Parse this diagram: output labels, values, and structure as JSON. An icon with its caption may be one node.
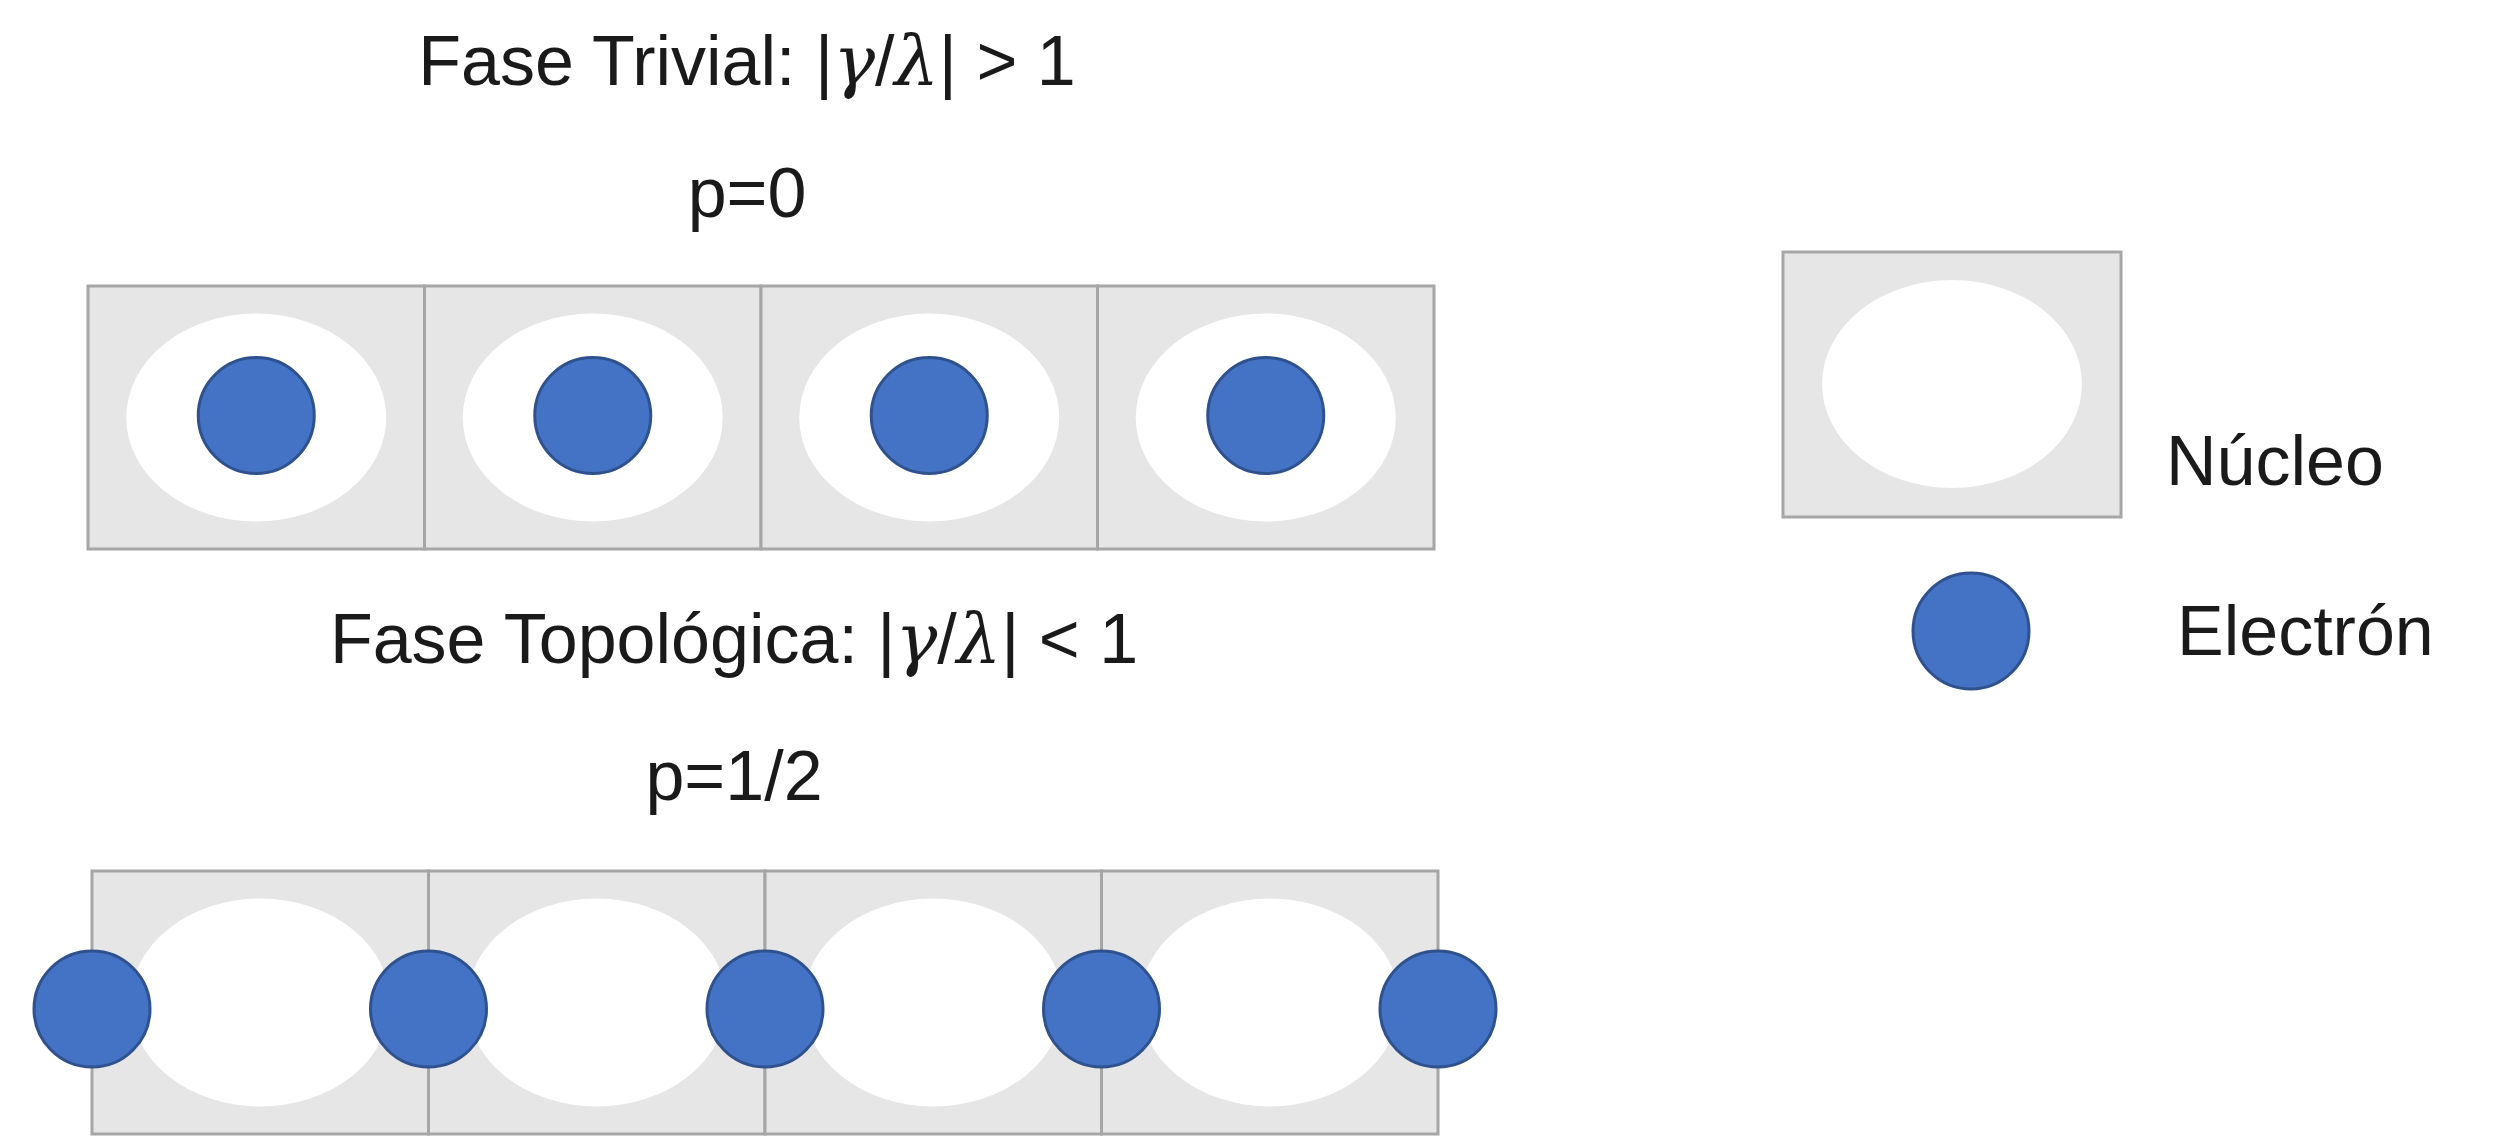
{
  "diagram": {
    "labels": [
      "Fase Trivial:  |*γ*/*λ*| > 1",
      "p=0",
      "Fase Topológica:  |*γ*/*λ*| < 1",
      "p=1/2"
    ],
    "legend": [
      {
        "text": "Núcleo"
      },
      {
        "text": "Electrón",
        "color": "#4472c4"
      }
    ]
  }
}
